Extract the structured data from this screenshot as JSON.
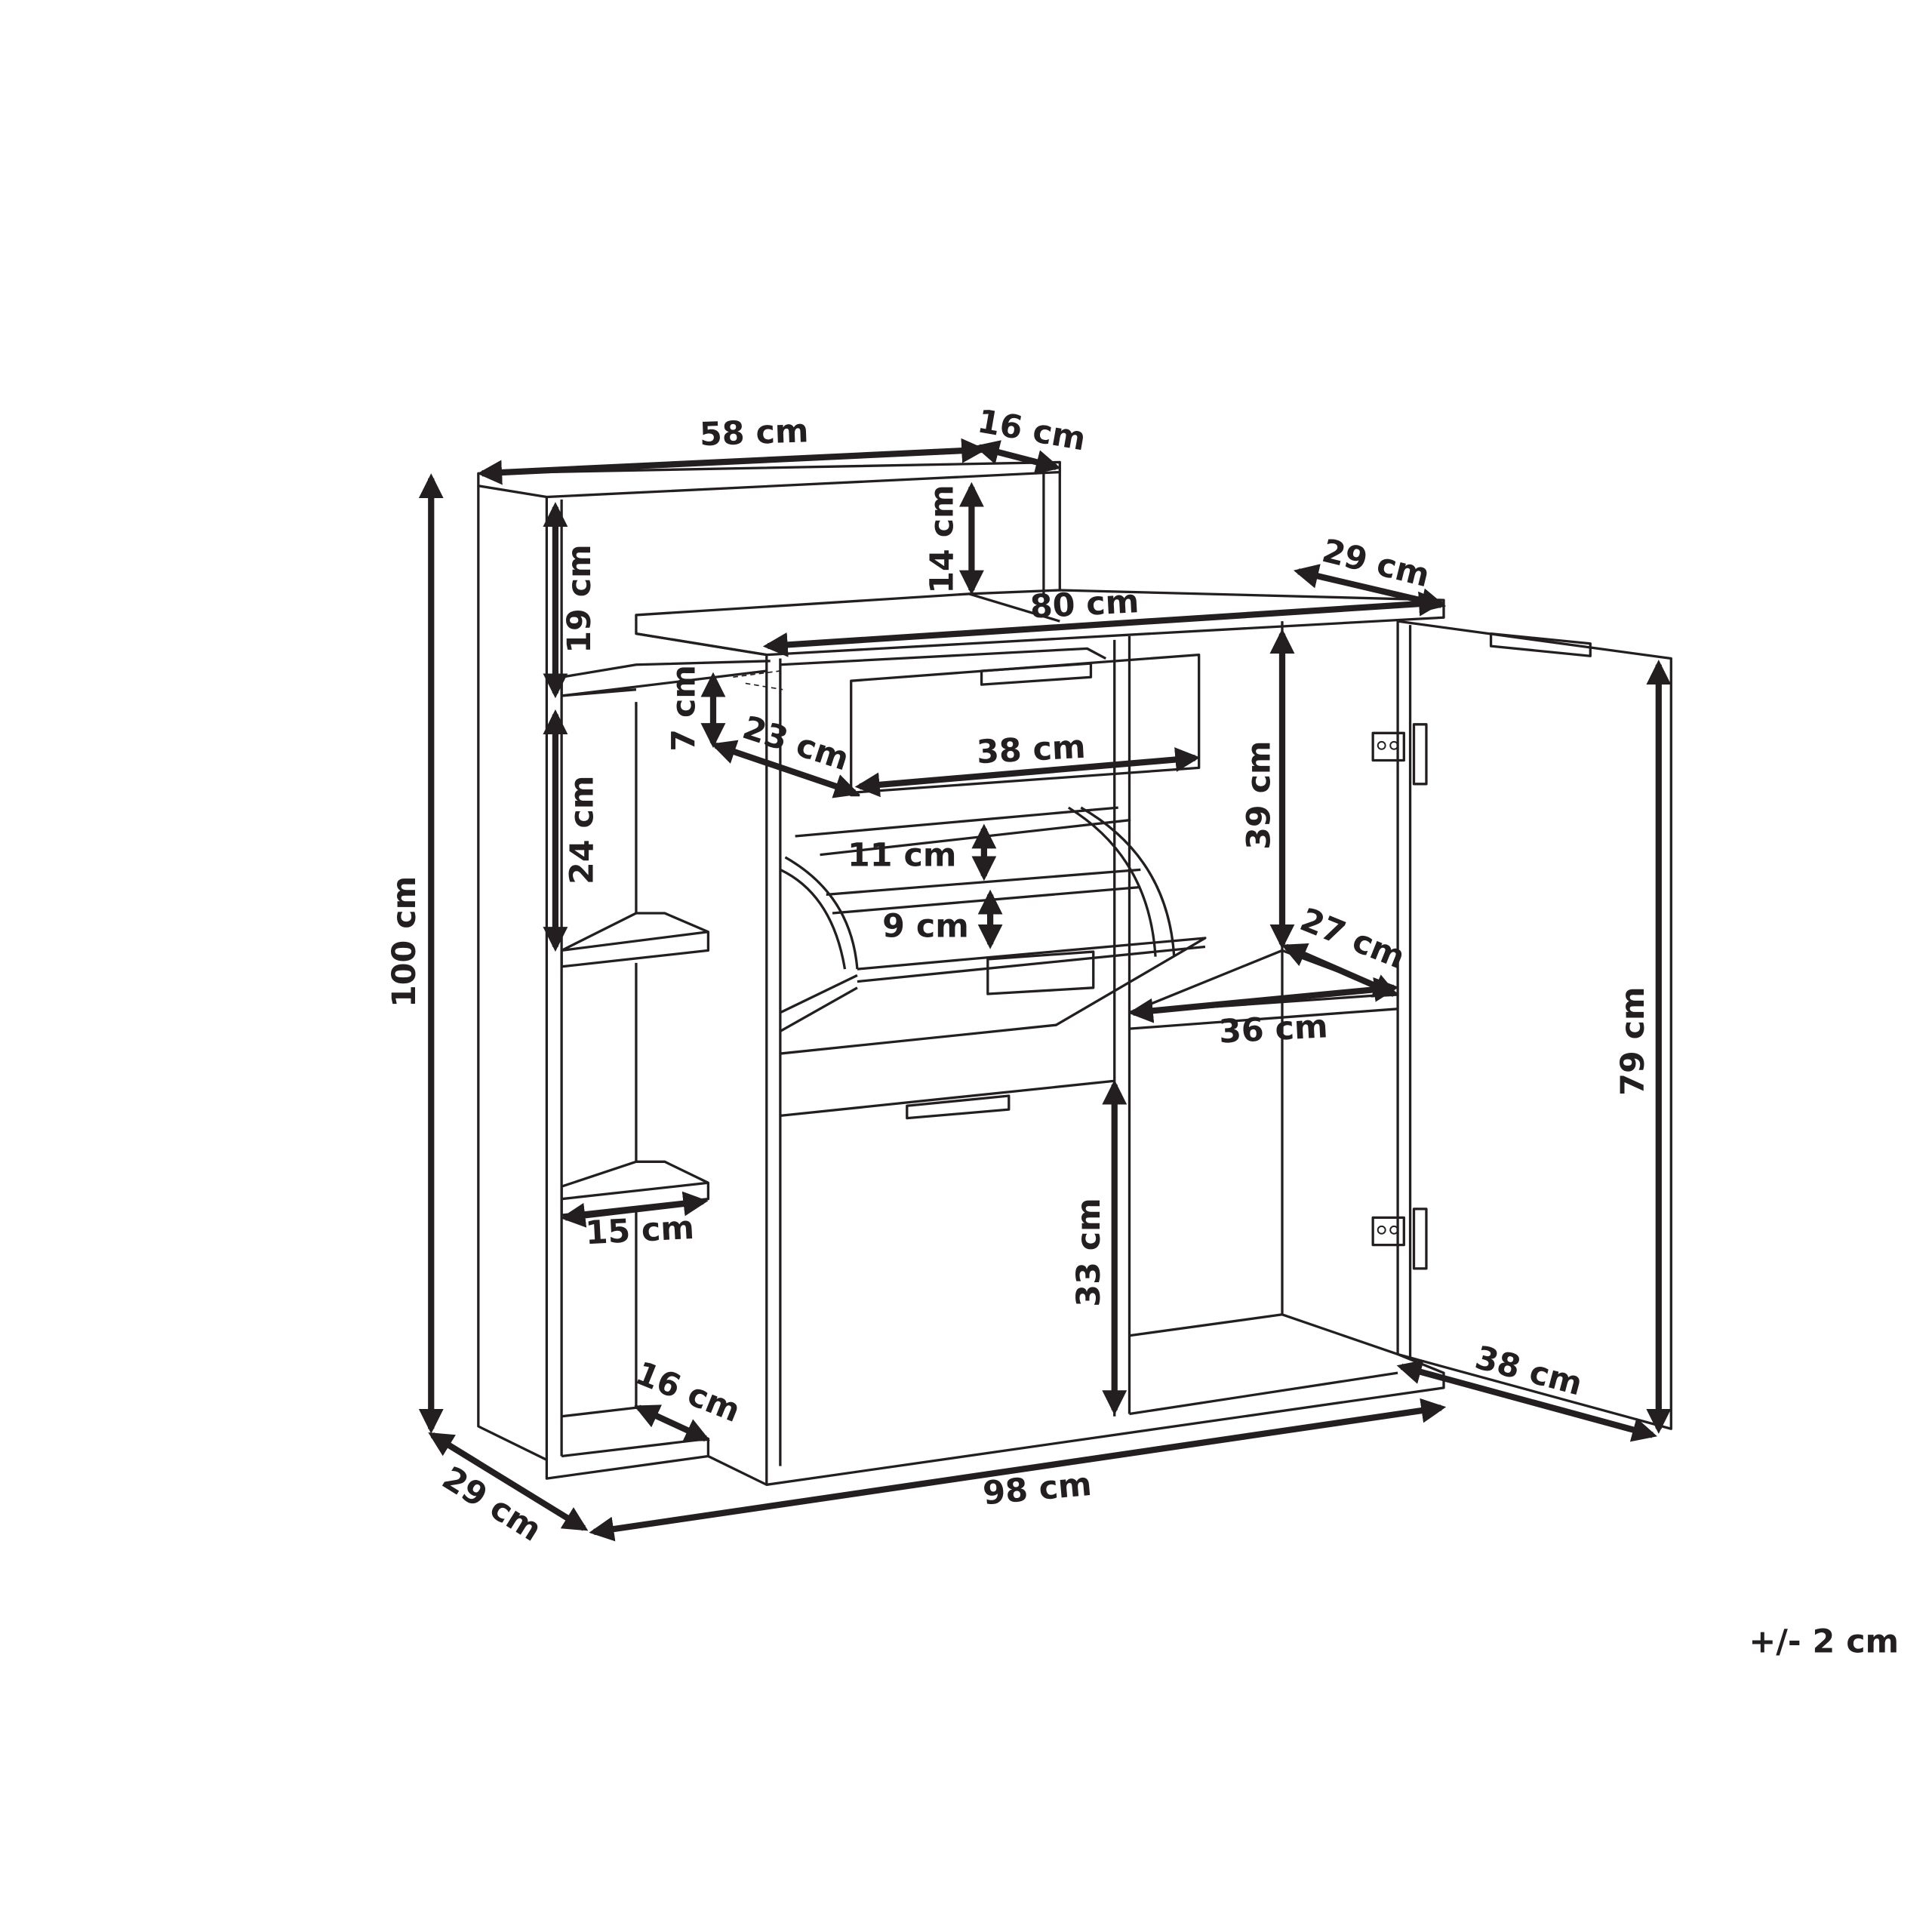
{
  "dimensions": {
    "top_width": "58 cm",
    "top_depth": "16 cm",
    "top_gap_height": "14 cm",
    "upper_shelf_height": "19 cm",
    "middle_shelf_height": "24 cm",
    "total_height": "100 cm",
    "side_depth": "29 cm",
    "cabinet_depth": "29 cm",
    "cabinet_width": "80 cm",
    "drawer_height": "7 cm",
    "drawer_depth": "23 cm",
    "drawer_width": "38 cm",
    "flap_upper_height": "11 cm",
    "flap_lower_height": "9 cm",
    "compartment_height": "39 cm",
    "compartment_depth": "27 cm",
    "compartment_width": "36 cm",
    "door_height": "79 cm",
    "lower_height": "33 cm",
    "shelf_width": "15 cm",
    "bottom_shelf_depth": "16 cm",
    "door_width": "38 cm",
    "total_width": "98 cm"
  },
  "tolerance": "+/- 2 cm"
}
